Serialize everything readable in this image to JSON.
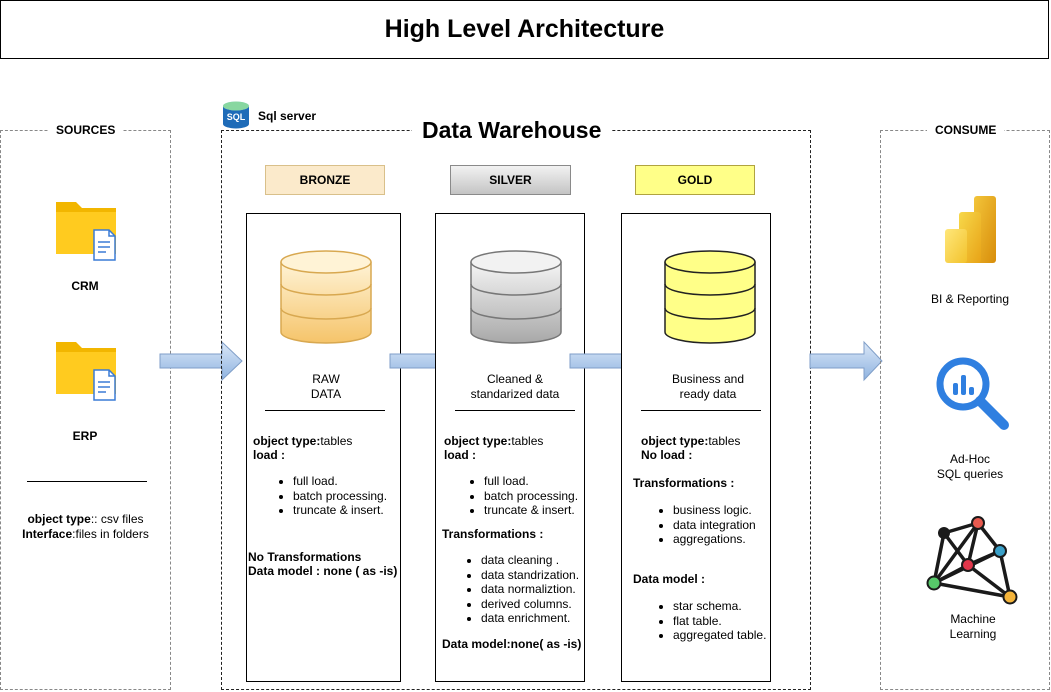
{
  "title": "High Level Architecture",
  "sources": {
    "label": "SOURCES",
    "items": [
      {
        "label": "CRM"
      },
      {
        "label": "ERP"
      }
    ],
    "object_type_key": "object type",
    "object_type_val": ":: csv files",
    "interface_key": "Interface",
    "interface_val": ":files in folders"
  },
  "warehouse": {
    "platform": "Sql server",
    "sql_badge": "SQL",
    "title": "Data Warehouse"
  },
  "layers": [
    {
      "name": "BRONZE",
      "color": "#fbeacb",
      "desc": [
        "RAW",
        "DATA"
      ],
      "object_type_key": "object type:",
      "object_type_val": "tables",
      "load_label": "load :",
      "load_items": [
        "full load.",
        "batch processing.",
        "truncate & insert."
      ],
      "transformations_label": "No Transformations",
      "data_model_label": "Data model : none ( as -is)"
    },
    {
      "name": "SILVER",
      "color": "#d6d6d6",
      "desc": [
        "Cleaned &",
        "standarized data"
      ],
      "object_type_key": "object type:",
      "object_type_val": "tables",
      "load_label": "load :",
      "load_items": [
        "full load.",
        "batch processing.",
        "truncate & insert."
      ],
      "transformations_label": "Transformations :",
      "transformation_items": [
        "data cleaning .",
        "data standrization.",
        "data normaliztion.",
        "derived columns.",
        "data enrichment."
      ],
      "data_model_label": "Data model:none( as -is)"
    },
    {
      "name": "GOLD",
      "color": "#ffff88",
      "desc": [
        "Business and",
        "ready data"
      ],
      "object_type_key": "object type:",
      "object_type_val": "tables",
      "load_label": "No load :",
      "transformations_label": "Transformations :",
      "transformation_items": [
        "business logic.",
        "data integration",
        "aggregations."
      ],
      "data_model_label": "Data model :",
      "data_model_items": [
        "star schema.",
        "flat table.",
        "aggregated table."
      ]
    }
  ],
  "consume": {
    "label": "CONSUME",
    "items": [
      {
        "label": "BI & Reporting"
      },
      {
        "label": "Ad-Hoc",
        "label2": "SQL queries"
      },
      {
        "label": "Machine",
        "label2": "Learning"
      }
    ]
  }
}
